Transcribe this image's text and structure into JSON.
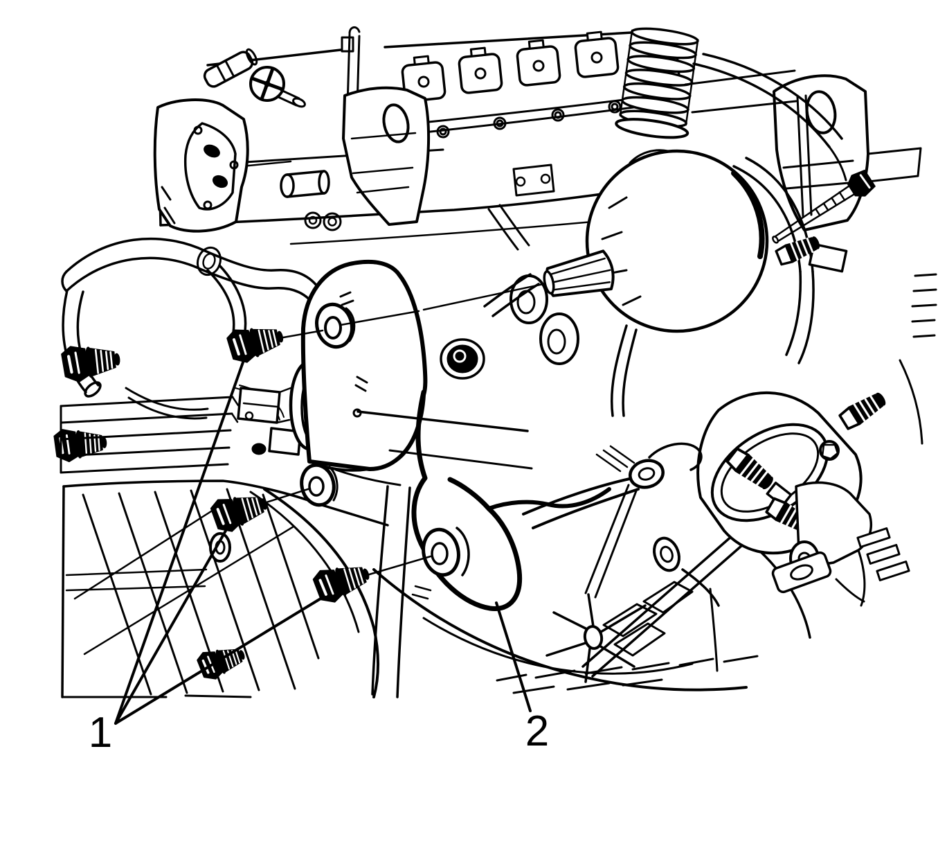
{
  "figure": {
    "type": "technical-illustration",
    "subject": "engine-mount-bracket-and-bolts",
    "background_color": "#ffffff",
    "line_color": "#000000",
    "callouts": [
      {
        "id": "callout-1",
        "label": "1",
        "leader_count": 3
      },
      {
        "id": "callout-2",
        "label": "2",
        "leader_count": 1
      }
    ]
  }
}
